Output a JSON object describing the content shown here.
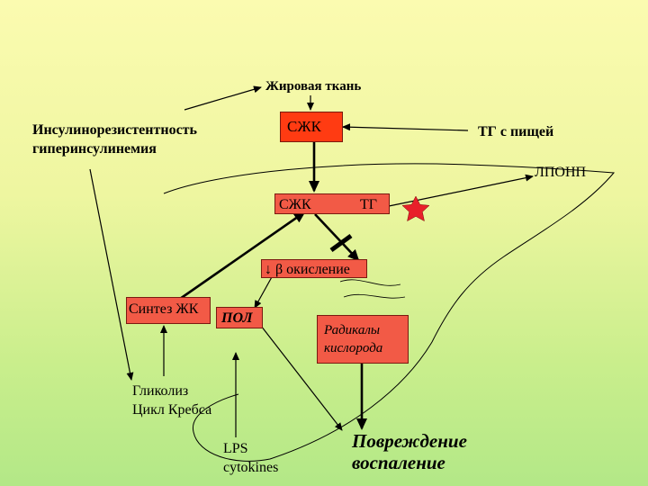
{
  "nodes": {
    "adipose": "Жировая ткань",
    "insulin_line1": "Инсулинорезистентность",
    "insulin_line2": "гиперинсулинемия",
    "ffa_top": "СЖК",
    "tg_food": "ТГ с пищей",
    "vldl": "ЛПОНП",
    "ffa_liver": "СЖК",
    "tg_liver": "ТГ",
    "beta_ox": "↓ β окисление",
    "fa_synthesis": "Синтез ЖК",
    "lpo": "ПОЛ",
    "ros_line1": "Радикалы",
    "ros_line2": "кислорода",
    "glycolysis_line1": "Гликолиз",
    "glycolysis_line2": "Цикл Кребса",
    "lps_line1": "LPS",
    "lps_line2": "cytokines",
    "damage_line1": "Повреждение",
    "damage_line2": "воспаление"
  },
  "colors": {
    "box_fill": "#f25a46",
    "box_top": "#ff3b12",
    "block_star": "#e8202a"
  }
}
